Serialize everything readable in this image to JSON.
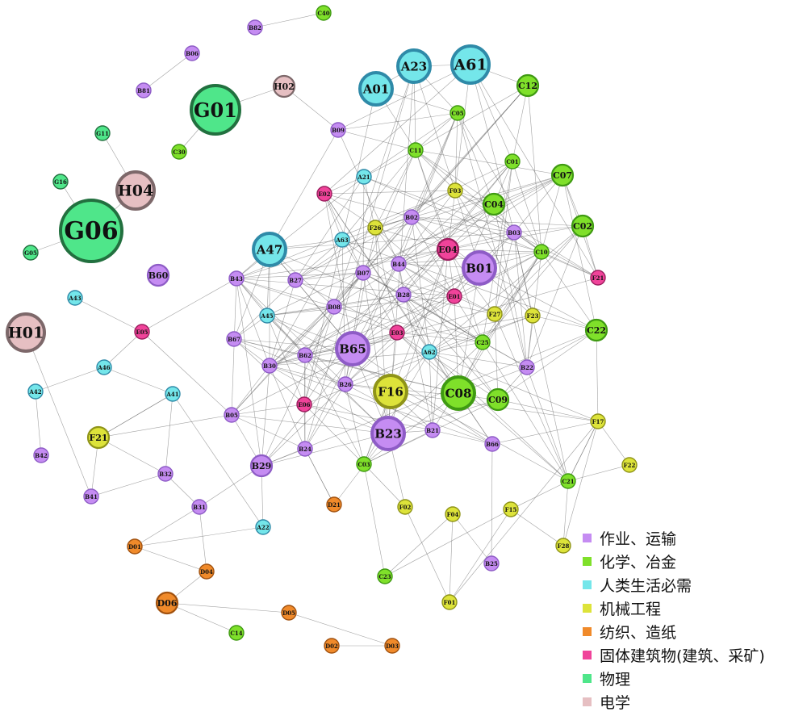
{
  "categories": [
    {
      "key": "B",
      "label": "作业、运输",
      "color": "#c58cf2",
      "stroke": "#8e5cc6"
    },
    {
      "key": "C",
      "label": "化学、冶金",
      "color": "#7fe02a",
      "stroke": "#3f9a12"
    },
    {
      "key": "A",
      "label": "人类生活必需",
      "color": "#74e6ea",
      "stroke": "#2f8aa8"
    },
    {
      "key": "F",
      "label": "机械工程",
      "color": "#dde33a",
      "stroke": "#8f9418"
    },
    {
      "key": "D",
      "label": "纺织、造纸",
      "color": "#f08a2a",
      "stroke": "#a2520f"
    },
    {
      "key": "E",
      "label": "固体建筑物(建筑、采矿)",
      "color": "#f0439a",
      "stroke": "#9c1d5e"
    },
    {
      "key": "G",
      "label": "物理",
      "color": "#4fe68a",
      "stroke": "#22703f"
    },
    {
      "key": "H",
      "label": "电学",
      "color": "#e6bfc2",
      "stroke": "#7d686a"
    }
  ],
  "nodes": [
    {
      "id": "A01",
      "cat": "A",
      "size": "L"
    },
    {
      "id": "A23",
      "cat": "A",
      "size": "L"
    },
    {
      "id": "A61",
      "cat": "A",
      "size": "XL"
    },
    {
      "id": "C12",
      "cat": "C",
      "size": "M"
    },
    {
      "id": "C05",
      "cat": "C",
      "size": "S"
    },
    {
      "id": "H02",
      "cat": "H",
      "size": "M"
    },
    {
      "id": "G01",
      "cat": "G",
      "size": "XXL"
    },
    {
      "id": "C30",
      "cat": "C",
      "size": "S"
    },
    {
      "id": "B82",
      "cat": "B",
      "size": "S"
    },
    {
      "id": "C40",
      "cat": "C",
      "size": "S"
    },
    {
      "id": "B06",
      "cat": "B",
      "size": "S"
    },
    {
      "id": "B81",
      "cat": "B",
      "size": "S"
    },
    {
      "id": "G11",
      "cat": "G",
      "size": "S"
    },
    {
      "id": "G16",
      "cat": "G",
      "size": "S"
    },
    {
      "id": "H04",
      "cat": "H",
      "size": "XL"
    },
    {
      "id": "G06",
      "cat": "G",
      "size": "XXXL"
    },
    {
      "id": "G05",
      "cat": "G",
      "size": "S"
    },
    {
      "id": "B09",
      "cat": "B",
      "size": "S"
    },
    {
      "id": "C11",
      "cat": "C",
      "size": "S"
    },
    {
      "id": "C01",
      "cat": "C",
      "size": "S"
    },
    {
      "id": "C07",
      "cat": "C",
      "size": "M"
    },
    {
      "id": "A21",
      "cat": "A",
      "size": "S"
    },
    {
      "id": "F03",
      "cat": "F",
      "size": "S"
    },
    {
      "id": "C04",
      "cat": "C",
      "size": "M"
    },
    {
      "id": "E02",
      "cat": "E",
      "size": "S"
    },
    {
      "id": "B02",
      "cat": "B",
      "size": "S"
    },
    {
      "id": "C02",
      "cat": "C",
      "size": "M"
    },
    {
      "id": "F26",
      "cat": "F",
      "size": "S"
    },
    {
      "id": "B03",
      "cat": "B",
      "size": "S"
    },
    {
      "id": "A47",
      "cat": "A",
      "size": "L"
    },
    {
      "id": "A63",
      "cat": "A",
      "size": "S"
    },
    {
      "id": "E04",
      "cat": "E",
      "size": "M"
    },
    {
      "id": "B01",
      "cat": "B",
      "size": "L"
    },
    {
      "id": "C10",
      "cat": "C",
      "size": "S"
    },
    {
      "id": "B60",
      "cat": "B",
      "size": "M"
    },
    {
      "id": "B44",
      "cat": "B",
      "size": "S"
    },
    {
      "id": "B43",
      "cat": "B",
      "size": "S"
    },
    {
      "id": "B27",
      "cat": "B",
      "size": "S"
    },
    {
      "id": "B07",
      "cat": "B",
      "size": "S"
    },
    {
      "id": "F21",
      "cat": "E",
      "size": "S"
    },
    {
      "id": "A43",
      "cat": "A",
      "size": "S"
    },
    {
      "id": "B28",
      "cat": "B",
      "size": "S"
    },
    {
      "id": "E01",
      "cat": "E",
      "size": "S"
    },
    {
      "id": "F27",
      "cat": "F",
      "size": "S"
    },
    {
      "id": "F23",
      "cat": "F",
      "size": "S"
    },
    {
      "id": "B08",
      "cat": "B",
      "size": "S"
    },
    {
      "id": "A45",
      "cat": "A",
      "size": "S"
    },
    {
      "id": "H01",
      "cat": "H",
      "size": "XL"
    },
    {
      "id": "E05",
      "cat": "E",
      "size": "S"
    },
    {
      "id": "E03",
      "cat": "E",
      "size": "S"
    },
    {
      "id": "C22",
      "cat": "C",
      "size": "M"
    },
    {
      "id": "B67",
      "cat": "B",
      "size": "S"
    },
    {
      "id": "C25",
      "cat": "C",
      "size": "S"
    },
    {
      "id": "B65",
      "cat": "B",
      "size": "L"
    },
    {
      "id": "B62",
      "cat": "B",
      "size": "S"
    },
    {
      "id": "A62",
      "cat": "A",
      "size": "S"
    },
    {
      "id": "A46",
      "cat": "A",
      "size": "S"
    },
    {
      "id": "B30",
      "cat": "B",
      "size": "S"
    },
    {
      "id": "B22",
      "cat": "B",
      "size": "S"
    },
    {
      "id": "A42",
      "cat": "A",
      "size": "S"
    },
    {
      "id": "B26",
      "cat": "B",
      "size": "S"
    },
    {
      "id": "F16",
      "cat": "F",
      "size": "L"
    },
    {
      "id": "C08",
      "cat": "C",
      "size": "L"
    },
    {
      "id": "A41",
      "cat": "A",
      "size": "S"
    },
    {
      "id": "E06",
      "cat": "E",
      "size": "S"
    },
    {
      "id": "C09",
      "cat": "C",
      "size": "M"
    },
    {
      "id": "B05",
      "cat": "B",
      "size": "S"
    },
    {
      "id": "F17",
      "cat": "F",
      "size": "S"
    },
    {
      "id": "B23",
      "cat": "B",
      "size": "L"
    },
    {
      "id": "B21",
      "cat": "B",
      "size": "S"
    },
    {
      "id": "F21",
      "cat": "F",
      "size": "M"
    },
    {
      "id": "B66",
      "cat": "B",
      "size": "S"
    },
    {
      "id": "B24",
      "cat": "B",
      "size": "S"
    },
    {
      "id": "B42",
      "cat": "B",
      "size": "S"
    },
    {
      "id": "B29",
      "cat": "B",
      "size": "M"
    },
    {
      "id": "C03",
      "cat": "C",
      "size": "S"
    },
    {
      "id": "F22",
      "cat": "F",
      "size": "S"
    },
    {
      "id": "B32",
      "cat": "B",
      "size": "S"
    },
    {
      "id": "C21",
      "cat": "C",
      "size": "S"
    },
    {
      "id": "B41",
      "cat": "B",
      "size": "S"
    },
    {
      "id": "B31",
      "cat": "B",
      "size": "S"
    },
    {
      "id": "D21",
      "cat": "D",
      "size": "S"
    },
    {
      "id": "F02",
      "cat": "F",
      "size": "S"
    },
    {
      "id": "F04",
      "cat": "F",
      "size": "S"
    },
    {
      "id": "F15",
      "cat": "F",
      "size": "S"
    },
    {
      "id": "A22",
      "cat": "A",
      "size": "S"
    },
    {
      "id": "D01",
      "cat": "D",
      "size": "S"
    },
    {
      "id": "F28",
      "cat": "F",
      "size": "S"
    },
    {
      "id": "B25",
      "cat": "B",
      "size": "S"
    },
    {
      "id": "D04",
      "cat": "D",
      "size": "S"
    },
    {
      "id": "C23",
      "cat": "C",
      "size": "S"
    },
    {
      "id": "D06",
      "cat": "D",
      "size": "M"
    },
    {
      "id": "F01",
      "cat": "F",
      "size": "S"
    },
    {
      "id": "D05",
      "cat": "D",
      "size": "S"
    },
    {
      "id": "C14",
      "cat": "C",
      "size": "S"
    },
    {
      "id": "D02",
      "cat": "D",
      "size": "S"
    },
    {
      "id": "D03",
      "cat": "D",
      "size": "S"
    }
  ]
}
